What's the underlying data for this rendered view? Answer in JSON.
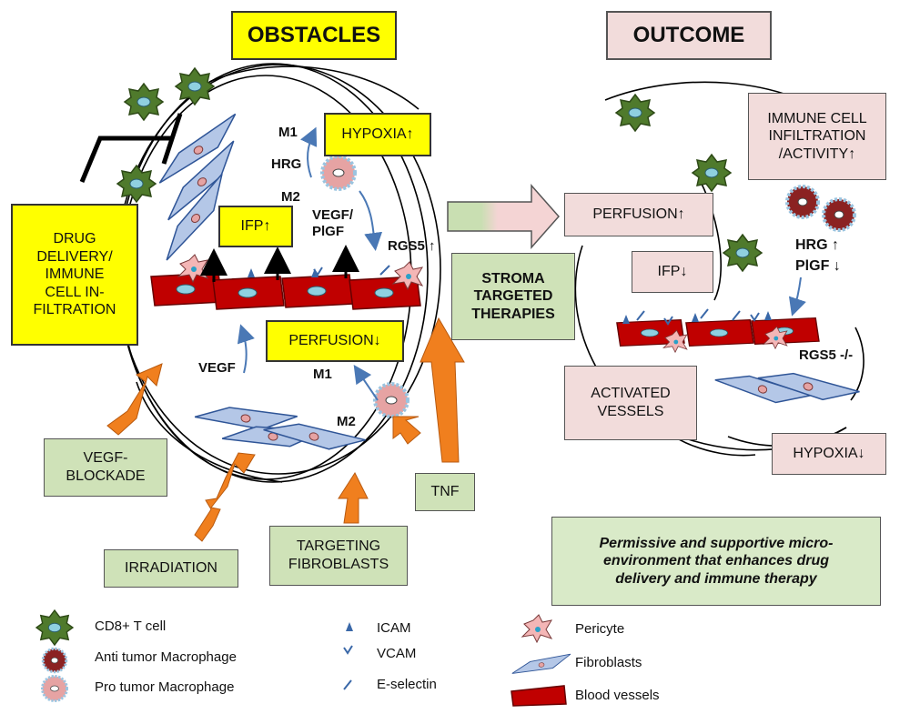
{
  "headers": {
    "obstacles": "OBSTACLES",
    "outcome": "OUTCOME"
  },
  "left": {
    "hypoxia": "HYPOXIA↑",
    "ifp": "IFP↑",
    "perfusion": "PERFUSION↓",
    "drug_delivery": "DRUG\nDELIVERY/\nIMMUNE\nCELL IN-\nFILTRATION",
    "m1_top": "M1",
    "hrg": "HRG",
    "m2_top": "M2",
    "vegf_pigf": "VEGF/\nPlGF",
    "rgs5": "RGS5 ↑",
    "vegf": "VEGF",
    "m1_bottom": "M1",
    "m2_bottom": "M2"
  },
  "therapies": {
    "stroma": "STROMA\nTARGETED\nTHERAPIES",
    "vegf_blockade": "VEGF-\nBLOCKADE",
    "irradiation": "IRRADIATION",
    "targeting_fibroblasts": "TARGETING\nFIBROBLASTS",
    "tnf": "TNF"
  },
  "right": {
    "immune": "IMMUNE CELL\nINFILTRATION\n/ACTIVITY↑",
    "perfusion": "PERFUSION↑",
    "ifp": "IFP↓",
    "activated": "ACTIVATED\nVESSELS",
    "hypoxia": "HYPOXIA↓",
    "hrg": "HRG ↑",
    "plgf": "PlGF ↓",
    "rgs5": "RGS5 -/-",
    "permissive": "Permissive and supportive micro-\nenvironment that enhances drug\ndelivery and immune therapy"
  },
  "legend": {
    "cd8": "CD8+ T cell",
    "anti_macro": "Anti tumor Macrophage",
    "pro_macro": "Pro tumor Macrophage",
    "icam": "ICAM",
    "vcam": "VCAM",
    "eselectin": "E-selectin",
    "pericyte": "Pericyte",
    "fibroblasts": "Fibroblasts",
    "blood_vessels": "Blood vessels"
  },
  "colors": {
    "highlight_box": "#ffff00",
    "outcome_box": "#f2dcdb",
    "therapy_box": "#cfe2b8",
    "therapy_arrow": "#f07f1e",
    "vessel": "#c00000",
    "fibroblast": "#b4c7e7",
    "cd8_cell": "#4f7a2c",
    "pro_macrophage": "#e6a3a3",
    "anti_macrophage": "#8b2222"
  }
}
